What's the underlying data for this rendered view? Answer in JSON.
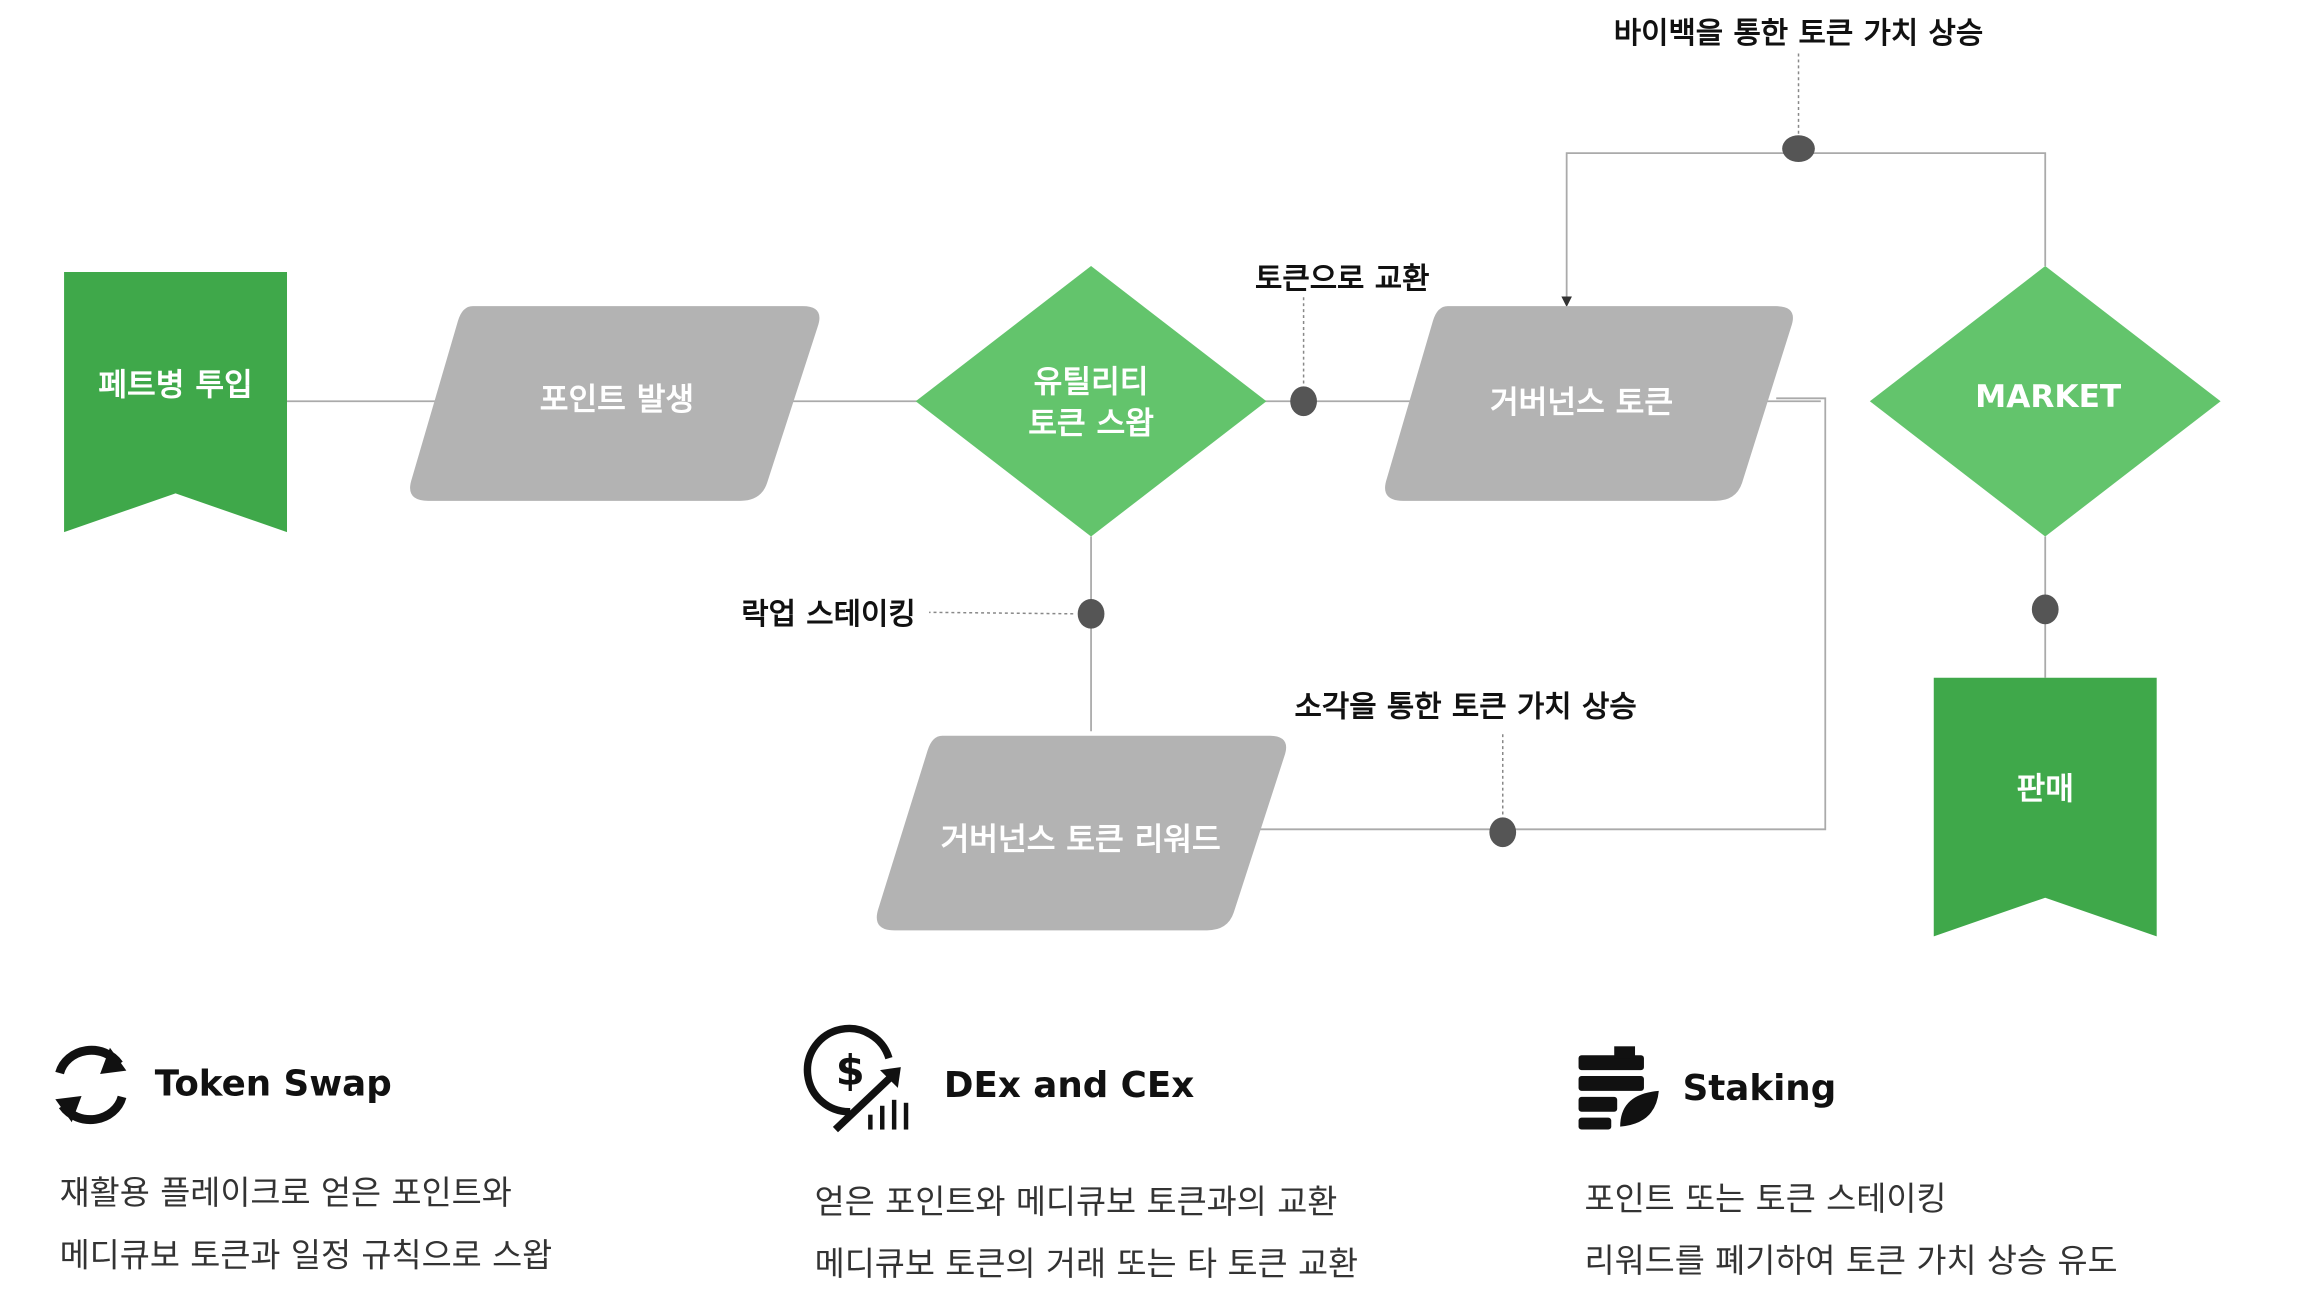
{
  "nodes": {
    "pet": "페트병 투입",
    "points": "포인트 발생",
    "swap_line1": "유틸리티",
    "swap_line2": "토큰 스왑",
    "gov": "거버넌스 토큰",
    "market": "MARKET",
    "sell": "판매",
    "reward": "거버넌스 토큰 리워드"
  },
  "edge_labels": {
    "exchange": "토큰으로 교환",
    "buyback": "바이백을 통한 토큰 가치 상승",
    "lockup": "락업 스테이킹",
    "burn": "소각을 통한 토큰 가치 상승"
  },
  "features": [
    {
      "title": "Token Swap",
      "icon": "refresh-arrows-icon",
      "lines": [
        "재활용 플레이크로 얻은 포인트와",
        "메디큐보 토큰과 일정 규칙으로 스왑"
      ]
    },
    {
      "title": "DEx and CEx",
      "icon": "dollar-growth-icon",
      "lines": [
        "얻은 포인트와 메디큐보 토큰과의 교환",
        "메디큐보 토큰의 거래 또는 타 토큰 교환"
      ]
    },
    {
      "title": "Staking",
      "icon": "coin-stack-leaf-icon",
      "lines": [
        "포인트 또는 토큰 스테이킹",
        "리워드를 폐기하여 토큰 가치 상승 유도"
      ]
    }
  ],
  "colors": {
    "green_dark": "#3fa84a",
    "green_light": "#63c46c",
    "gray": "#b3b3b3",
    "dot": "#555555"
  }
}
